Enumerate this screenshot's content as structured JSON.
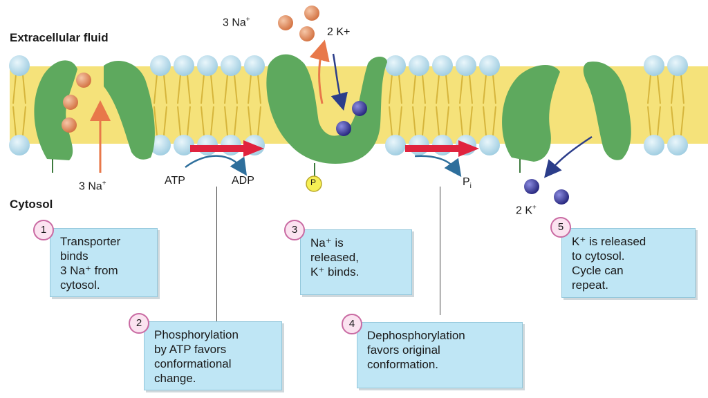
{
  "labels": {
    "extracellular": "Extracellular fluid",
    "cytosol": "Cytosol",
    "na_in": "3 Na",
    "na_out": "3 Na",
    "k_out": "2 K+",
    "k_in": "2 K",
    "atp": "ATP",
    "adp": "ADP",
    "p": "P",
    "pi": "P",
    "pi_sub": "i",
    "plus": "+"
  },
  "steps": [
    {
      "num": "1",
      "lines": [
        "Transporter",
        "binds",
        "3 Na⁺ from",
        "cytosol."
      ]
    },
    {
      "num": "2",
      "lines": [
        "Phosphorylation",
        "by ATP favors",
        "conformational",
        "change."
      ]
    },
    {
      "num": "3",
      "lines": [
        "Na⁺ is",
        "released,",
        "K⁺ binds."
      ]
    },
    {
      "num": "4",
      "lines": [
        "Dephosphorylation",
        "favors original",
        "conformation."
      ]
    },
    {
      "num": "5",
      "lines": [
        "K⁺ is released",
        "to cytosol.",
        "Cycle can",
        "repeat."
      ]
    }
  ],
  "colors": {
    "protein": "#5ea95e",
    "membrane_core": "#f5e27a",
    "lipid_head": "#b7dcea",
    "sodium": "#e0875a",
    "potassium": "#3a3a9a",
    "phosphorylation_arrow": "#e0233e",
    "orange_arrow": "#e8784a",
    "navy_arrow": "#2b3d8a"
  }
}
